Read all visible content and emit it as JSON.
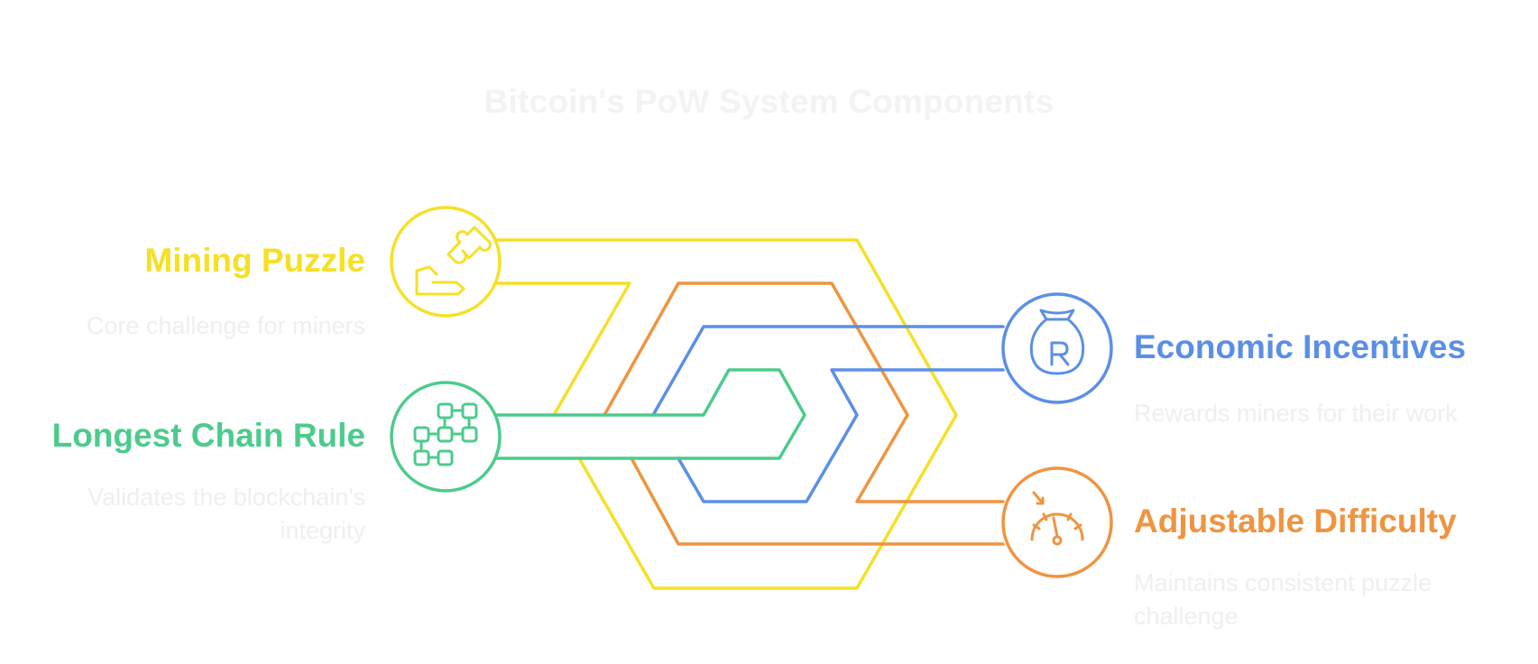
{
  "title": "Bitcoin's PoW System Components",
  "colors": {
    "yellow": "#F5E027",
    "orange": "#EF9440",
    "blue": "#5B8FE6",
    "green": "#4CCB8C",
    "faint_text": "#EFEFEF"
  },
  "items": [
    {
      "label": "Mining Puzzle",
      "description": "Core challenge for miners",
      "icon": "puzzle-hand-icon",
      "color": "#F5E027"
    },
    {
      "label": "Longest Chain Rule",
      "description": "Validates the blockchain's integrity",
      "icon": "block-network-icon",
      "color": "#4CCB8C"
    },
    {
      "label": "Economic Incentives",
      "description": "Rewards miners for their work",
      "icon": "money-bag-icon",
      "color": "#5B8FE6"
    },
    {
      "label": "Adjustable Difficulty",
      "description": "Maintains consistent puzzle challenge",
      "icon": "gauge-icon",
      "color": "#EF9440"
    }
  ]
}
